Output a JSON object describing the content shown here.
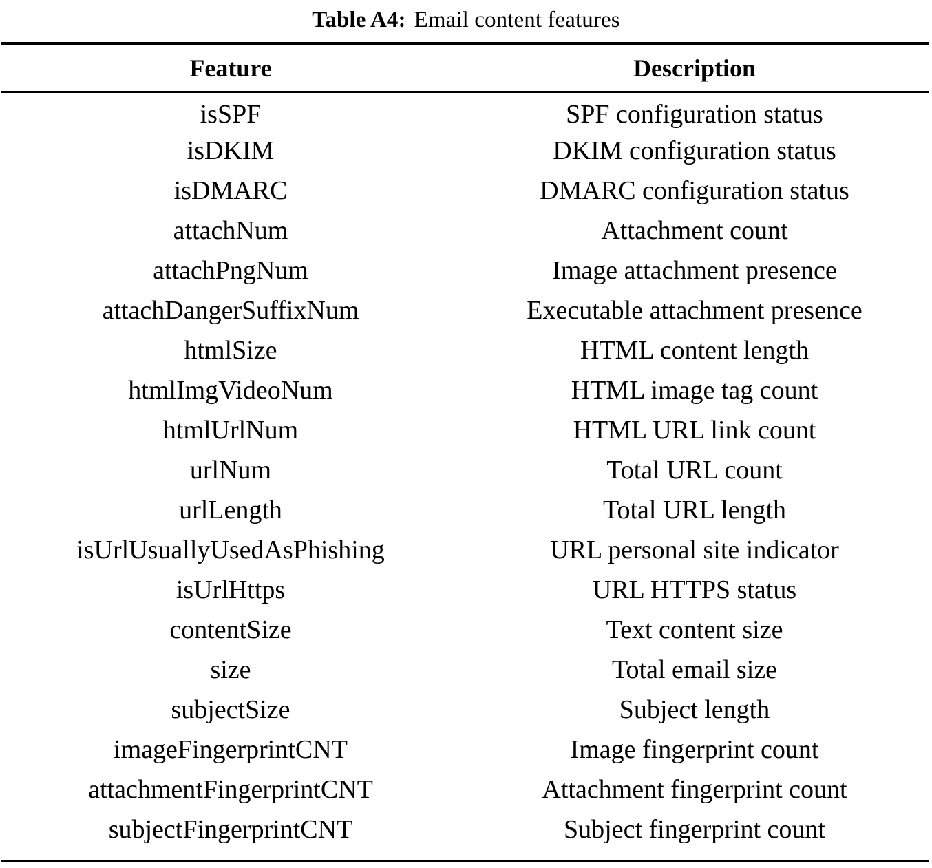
{
  "caption": {
    "label": "Table A4:",
    "text": "Email content features"
  },
  "table": {
    "columns": [
      {
        "key": "feature",
        "header": "Feature"
      },
      {
        "key": "description",
        "header": "Description"
      }
    ],
    "rows": [
      {
        "feature": "isSPF",
        "description": "SPF configuration status"
      },
      {
        "feature": "isDKIM",
        "description": "DKIM configuration status"
      },
      {
        "feature": "isDMARC",
        "description": "DMARC configuration status"
      },
      {
        "feature": "attachNum",
        "description": "Attachment count"
      },
      {
        "feature": "attachPngNum",
        "description": "Image attachment presence"
      },
      {
        "feature": "attachDangerSuffixNum",
        "description": "Executable attachment presence"
      },
      {
        "feature": "htmlSize",
        "description": "HTML content length"
      },
      {
        "feature": "htmlImgVideoNum",
        "description": "HTML image tag count"
      },
      {
        "feature": "htmlUrlNum",
        "description": "HTML URL link count"
      },
      {
        "feature": "urlNum",
        "description": "Total URL count"
      },
      {
        "feature": "urlLength",
        "description": "Total URL length"
      },
      {
        "feature": "isUrlUsuallyUsedAsPhishing",
        "description": "URL personal site indicator"
      },
      {
        "feature": "isUrlHttps",
        "description": "URL HTTPS status"
      },
      {
        "feature": "contentSize",
        "description": "Text content size"
      },
      {
        "feature": "size",
        "description": "Total email size"
      },
      {
        "feature": "subjectSize",
        "description": "Subject length"
      },
      {
        "feature": "imageFingerprintCNT",
        "description": "Image fingerprint count"
      },
      {
        "feature": "attachmentFingerprintCNT",
        "description": "Attachment fingerprint count"
      },
      {
        "feature": "subjectFingerprintCNT",
        "description": "Subject fingerprint count"
      }
    ]
  },
  "colors": {
    "text": "#000000",
    "background": "#ffffff",
    "rule": "#000000"
  }
}
